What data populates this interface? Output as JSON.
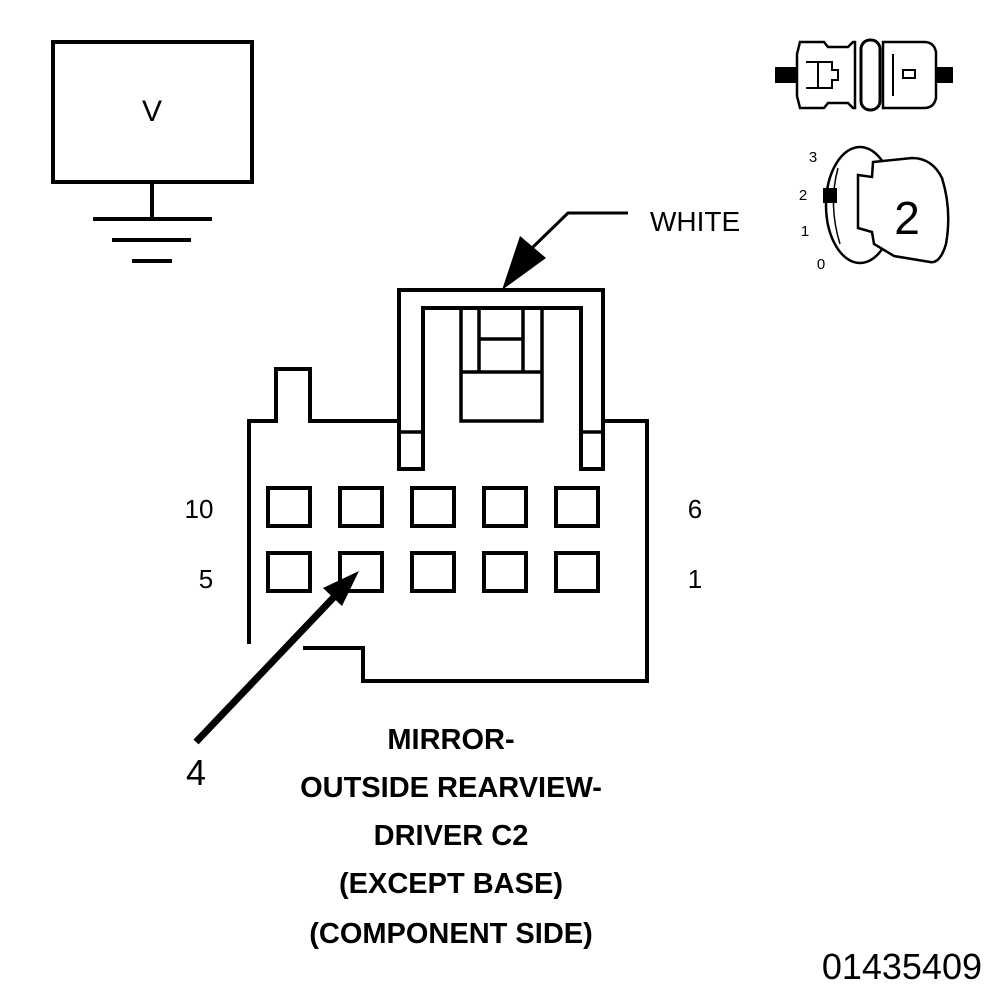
{
  "meter": {
    "label": "V"
  },
  "connector_color": "WHITE",
  "pin_labels": {
    "top_left": "10",
    "top_right": "6",
    "bottom_left": "5",
    "bottom_right": "1"
  },
  "callout_pin": "4",
  "title_lines": [
    "MIRROR-",
    "OUTSIDE REARVIEW-",
    "DRIVER C2",
    "(EXCEPT BASE)",
    "(COMPONENT SIDE)"
  ],
  "switch_icon": {
    "positions": [
      "3",
      "2",
      "1",
      "0"
    ],
    "selected": "2"
  },
  "figure_id": "01435409"
}
